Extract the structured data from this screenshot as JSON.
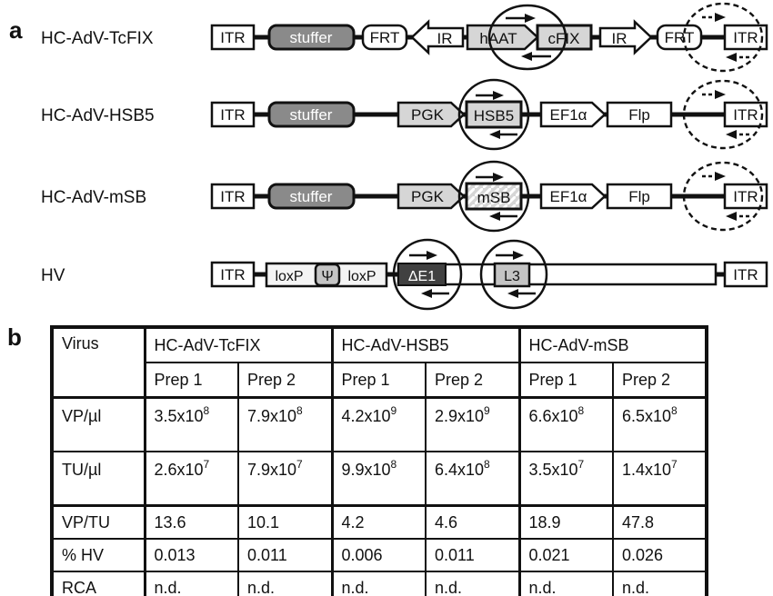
{
  "panels": {
    "a": "a",
    "b": "b"
  },
  "colors": {
    "light_gray_box": "#d6d6d6",
    "stuffer_gray": "#8a8a8a",
    "dark_box": "#414141",
    "mid_gray_box": "#c4c4c4",
    "line_black": "#111111"
  },
  "diagram": {
    "rows": [
      {
        "name": "HC-AdV-TcFIX",
        "labels": {
          "itr_left": "ITR",
          "stuffer": "stuffer",
          "frt_left": "FRT",
          "ir_left": "IR",
          "haat": "hAAT",
          "cfix": "cFIX",
          "ir_right": "IR",
          "frt_right": "FRT",
          "itr_right": "ITR"
        }
      },
      {
        "name": "HC-AdV-HSB5",
        "labels": {
          "itr_left": "ITR",
          "stuffer": "stuffer",
          "pgk": "PGK",
          "gene": "HSB5",
          "ef1a": "EF1α",
          "flp": "Flp",
          "itr_right": "ITR"
        }
      },
      {
        "name": "HC-AdV-mSB",
        "labels": {
          "itr_left": "ITR",
          "stuffer": "stuffer",
          "pgk": "PGK",
          "gene": "mSB",
          "ef1a": "EF1α",
          "flp": "Flp",
          "itr_right": "ITR"
        }
      },
      {
        "name": "HV",
        "labels": {
          "itr_left": "ITR",
          "loxp_left": "loxP",
          "psi": "Ψ",
          "loxp_right": "loxP",
          "de1": "ΔE1",
          "l3": "L3",
          "itr_right": "ITR"
        }
      }
    ]
  },
  "table": {
    "corner_header": "Virus",
    "group_headers": [
      "HC-AdV-TcFIX",
      "HC-AdV-HSB5",
      "HC-AdV-mSB"
    ],
    "prep_headers": [
      "Prep 1",
      "Prep 2",
      "Prep 1",
      "Prep 2",
      "Prep 1",
      "Prep 2"
    ],
    "rows": [
      {
        "label": "VP/µl",
        "cells": [
          {
            "b": "3.5x10",
            "s": "8"
          },
          {
            "b": "7.9x10",
            "s": "8"
          },
          {
            "b": "4.2x10",
            "s": "9"
          },
          {
            "b": "2.9x10",
            "s": "9"
          },
          {
            "b": "6.6x10",
            "s": "8"
          },
          {
            "b": "6.5x10",
            "s": "8"
          }
        ]
      },
      {
        "label": "TU/µl",
        "cells": [
          {
            "b": "2.6x10",
            "s": "7"
          },
          {
            "b": "7.9x10",
            "s": "7"
          },
          {
            "b": "9.9x10",
            "s": "8"
          },
          {
            "b": "6.4x10",
            "s": "8"
          },
          {
            "b": "3.5x10",
            "s": "7"
          },
          {
            "b": "1.4x10",
            "s": "7"
          }
        ]
      },
      {
        "label": "VP/TU",
        "cells": [
          {
            "b": "13.6"
          },
          {
            "b": "10.1"
          },
          {
            "b": "4.2"
          },
          {
            "b": "4.6"
          },
          {
            "b": "18.9"
          },
          {
            "b": "47.8"
          }
        ]
      },
      {
        "label": "% HV",
        "cells": [
          {
            "b": "0.013"
          },
          {
            "b": "0.011"
          },
          {
            "b": "0.006"
          },
          {
            "b": "0.011"
          },
          {
            "b": "0.021"
          },
          {
            "b": "0.026"
          }
        ]
      },
      {
        "label": "RCA",
        "cells": [
          {
            "b": "n.d."
          },
          {
            "b": "n.d."
          },
          {
            "b": "n.d."
          },
          {
            "b": "n.d."
          },
          {
            "b": "n.d."
          },
          {
            "b": "n.d."
          }
        ]
      }
    ]
  }
}
